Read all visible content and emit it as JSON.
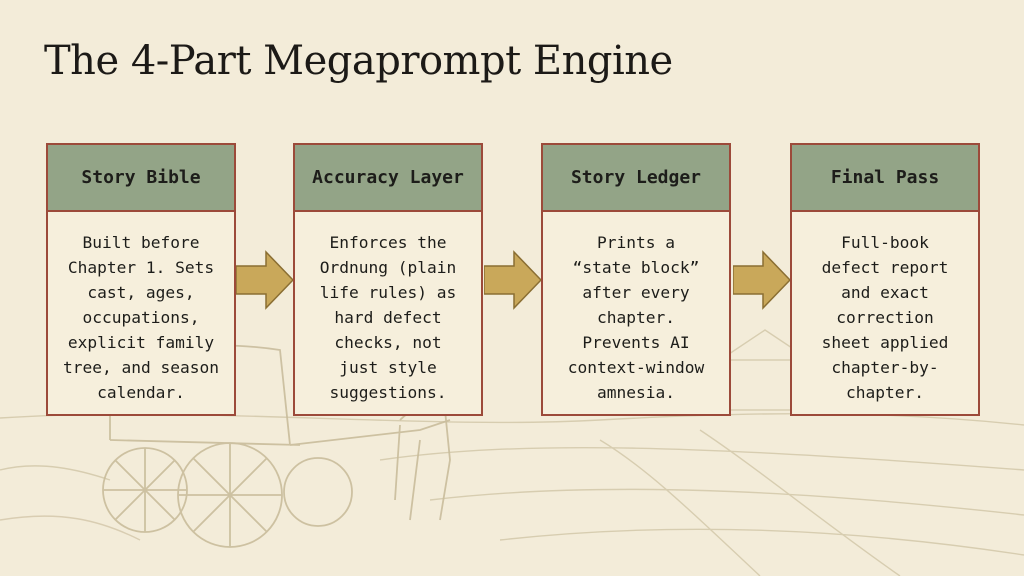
{
  "title": "The 4-Part Megaprompt Engine",
  "steps": [
    {
      "name": "Story Bible",
      "text": "Built before\nChapter 1. Sets\ncast, ages,\noccupations,\nexplicit family\ntree, and season\ncalendar."
    },
    {
      "name": "Accuracy Layer",
      "text": "Enforces the\nOrdnung (plain\nlife rules) as\nhard defect\nchecks, not\njust style\nsuggestions."
    },
    {
      "name": "Story Ledger",
      "text": "Prints a\n“state block”\nafter every\nchapter.\nPrevents AI\ncontext-window\namnesia."
    },
    {
      "name": "Final Pass",
      "text": "Full-book\ndefect report\nand exact\ncorrection\nsheet applied\nchapter-by-\nchapter."
    }
  ],
  "colors": {
    "background": "#f3ecd9",
    "header_fill": "#93a487",
    "border": "#9c4a3a",
    "arrow_fill": "#c9a85a",
    "sketch": "#cfc4a6"
  },
  "icons": [
    "arrow-right-icon"
  ]
}
